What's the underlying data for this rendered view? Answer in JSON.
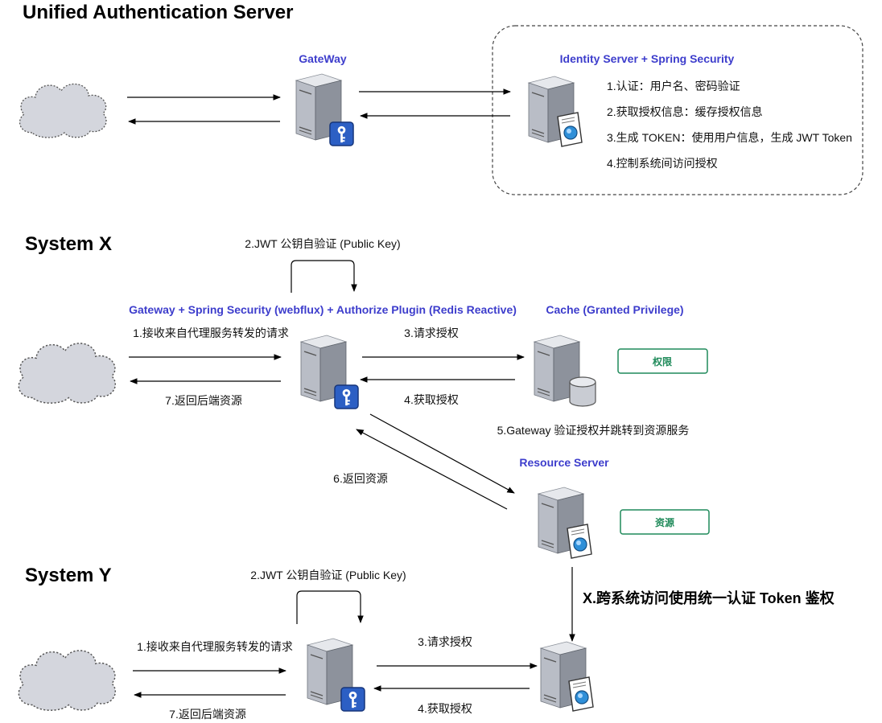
{
  "colors": {
    "accent_label": "#3d3dcc",
    "badge_border": "#1f8a5a",
    "badge_text": "#1f8a5a",
    "cloud_fill": "#d4d6dd",
    "server_front": "#c9ccd3",
    "key_badge": "#2c5fc4"
  },
  "icons": [
    "cloud-icon",
    "server-icon",
    "key-icon",
    "certificate-icon",
    "database-icon"
  ],
  "auth": {
    "title": "Unified Authentication Server",
    "gateway_label": "GateWay",
    "identity_label": "Identity Server + Spring Security",
    "steps": [
      "1.认证：用户名、密码验证",
      "2.获取授权信息：缓存授权信息",
      "3.生成 TOKEN：使用用户信息，生成 JWT Token",
      "4.控制系统间访问授权"
    ]
  },
  "system_x": {
    "title": "System X",
    "self_verify": "2.JWT 公钥自验证 (Public Key)",
    "gateway_label": "Gateway + Spring Security (webflux) + Authorize Plugin (Redis Reactive)",
    "cache_label": "Cache (Granted Privilege)",
    "badge_privilege": "权限",
    "step1": "1.接收来自代理服务转发的请求",
    "step7": "7.返回后端资源",
    "step3": "3.请求授权",
    "step4": "4.获取授权",
    "step5": "5.Gateway 验证授权并跳转到资源服务",
    "step6": "6.返回资源",
    "resource_label": "Resource Server",
    "badge_resource": "资源"
  },
  "cross_system": "X.跨系统访问使用统一认证 Token 鉴权",
  "system_y": {
    "title": "System Y",
    "self_verify": "2.JWT 公钥自验证 (Public Key)",
    "step1": "1.接收来自代理服务转发的请求",
    "step7": "7.返回后端资源",
    "step3": "3.请求授权",
    "step4": "4.获取授权"
  }
}
